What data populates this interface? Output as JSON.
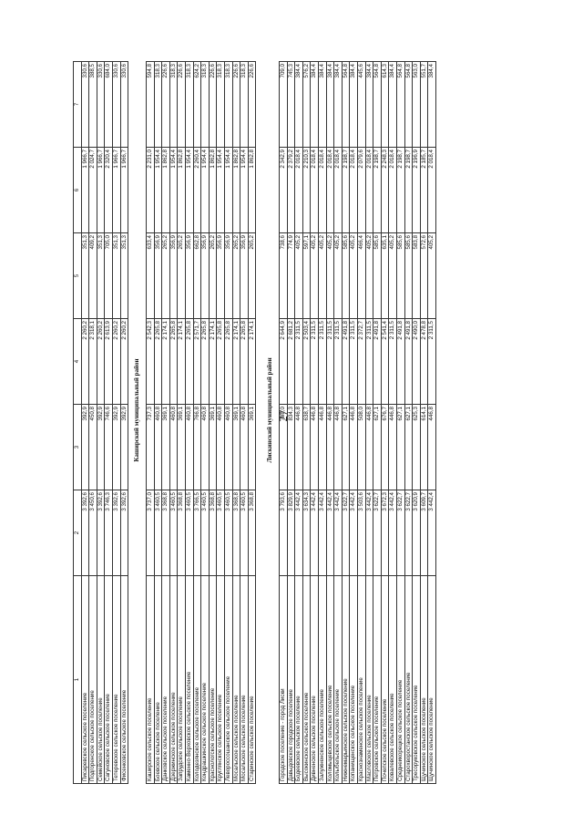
{
  "page_number": "27",
  "header": [
    "1",
    "2",
    "3",
    "4",
    "5",
    "6",
    "7"
  ],
  "block1": [
    [
      "Писаревское сельское поселение",
      "3 392,6",
      "392,9",
      "2 260,2",
      "351,3",
      "1 966,7",
      "330,6"
    ],
    [
      "Подгоренское сельское поселение",
      "3 450,6",
      "450,8",
      "2 318,1",
      "409,2",
      "2 024,7",
      "388,5"
    ],
    [
      "Семейское сельское поселение",
      "3 392,6",
      "392,9",
      "2 260,2",
      "351,3",
      "1 966,7",
      "330,6"
    ],
    [
      "Сагуновское сельское поселение",
      "3 746,3",
      "746,6",
      "2 613,9",
      "705,0",
      "2 320,4",
      "684,0"
    ],
    [
      "Тетеревское сельское поселение",
      "3 392,6",
      "392,9",
      "2 260,2",
      "351,3",
      "1 966,7",
      "330,6"
    ],
    [
      "Фисенковское сельское поселение",
      "3 392,6",
      "392,9",
      "2 260,2",
      "351,3",
      "1 966,7",
      "330,6"
    ]
  ],
  "title2": "Каширский муниципальный район",
  "block2": [
    [
      "Каширское сельское поселение",
      "3 737,0",
      "737,3",
      "2 542,3",
      "633,4",
      "2 231,0",
      "594,8"
    ],
    [
      "Боевское сельское поселение",
      "3 460,5",
      "460,8",
      "2 265,8",
      "356,9",
      "1 954,4",
      "318,3"
    ],
    [
      "Данковское сельское поселение",
      "3 368,8",
      "369,1",
      "2 174,1",
      "265,2",
      "1 862,8",
      "226,6"
    ],
    [
      "Дзержинское сельское поселение",
      "3 460,5",
      "460,8",
      "2 265,8",
      "356,9",
      "1 954,4",
      "318,3"
    ],
    [
      "Запрудское сельское поселение",
      "3 368,8",
      "369,1",
      "2 174,1",
      "265,2",
      "1 862,8",
      "226,6"
    ],
    [
      "Каменно-Верховское сельское поселение",
      "3 460,5",
      "460,8",
      "2 265,8",
      "356,9",
      "1 954,4",
      "318,3"
    ],
    [
      "Колодезянское сельское поселение",
      "3 766,5",
      "766,8",
      "2 571,7",
      "662,8",
      "2 260,4",
      "624,2"
    ],
    [
      "Кондрашкинское сельское поселение",
      "3 460,5",
      "460,8",
      "2 265,8",
      "356,9",
      "1 954,4",
      "318,3"
    ],
    [
      "Краснологское сельское поселение",
      "3 368,8",
      "369,1",
      "2 174,1",
      "265,2",
      "1 862,8",
      "226,6"
    ],
    [
      "Круглянское сельское поселение",
      "3 460,5",
      "460,8",
      "2 265,8",
      "356,9",
      "1 954,4",
      "318,3"
    ],
    [
      "Левороссошанское сельское поселение",
      "3 460,5",
      "460,8",
      "2 265,8",
      "356,9",
      "1 954,4",
      "318,3"
    ],
    [
      "Мосальское сельское поселение",
      "3 368,8",
      "369,1",
      "2 174,1",
      "265,2",
      "1 862,8",
      "226,6"
    ],
    [
      "Мосальское сельское поселение",
      "3 460,5",
      "460,8",
      "2 265,8",
      "356,9",
      "1 954,4",
      "318,3"
    ],
    [
      "Старинское сельское поселение",
      "3 368,8",
      "369,1",
      "2 174,1",
      "265,2",
      "1 862,8",
      "226,6"
    ]
  ],
  "title3": "Лискинский муниципальный район",
  "block3": [
    [
      "Городское поселение - город Лиски",
      "3 793,6",
      "798,0",
      "2 644,9",
      "738,6",
      "2 342,9",
      "709,0"
    ],
    [
      "Давыдовское городское поселение",
      "3 829,9",
      "834,3",
      "2 681,2",
      "774,9",
      "2 379,2",
      "745,3"
    ],
    [
      "Бодеевское сельское поселение",
      "3 442,4",
      "446,8",
      "2 311,5",
      "405,2",
      "2 018,4",
      "384,4"
    ],
    [
      "Высокинское сельское поселение",
      "3 634,3",
      "638,7",
      "2 503,4",
      "597,1",
      "2 210,3",
      "576,2"
    ],
    [
      "Дивненское сельское поселение",
      "3 442,4",
      "446,8",
      "2 311,5",
      "405,2",
      "2 018,4",
      "384,4"
    ],
    [
      "Залужненское сельское поселение",
      "3 442,4",
      "446,8",
      "2 311,5",
      "405,2",
      "2 018,4",
      "384,4"
    ],
    [
      "Коломыцевское сельское поселение",
      "3 442,4",
      "446,8",
      "2 311,5",
      "405,2",
      "2 018,4",
      "384,4"
    ],
    [
      "Колыбельское сельское поселение",
      "3 442,4",
      "446,8",
      "2 311,5",
      "405,2",
      "2 018,4",
      "384,4"
    ],
    [
      "Нижнемарьинское сельское поселение",
      "3 622,7",
      "627,1",
      "2 491,8",
      "585,6",
      "2 198,7",
      "564,8"
    ],
    [
      "Копанищенское сельское поселение",
      "3 442,4",
      "446,8",
      "2 311,5",
      "405,2",
      "2 018,4",
      "384,4"
    ],
    [
      "Краснознаменское сельское поселение",
      "3 503,6",
      "508,0",
      "2 372,7",
      "466,4",
      "2 079,6",
      "445,6"
    ],
    [
      "Масловское сельское поселение",
      "3 442,4",
      "446,8",
      "2 311,5",
      "405,2",
      "2 018,4",
      "384,4"
    ],
    [
      "Петровское сельское поселение",
      "3 622,7",
      "627,1",
      "2 491,8",
      "585,6",
      "2 198,7",
      "564,8"
    ],
    [
      "Почепское сельское поселение",
      "3 672,3",
      "676,7",
      "2 541,4",
      "635,1",
      "2 248,3",
      "614,3"
    ],
    [
      "Ковалевское сельское поселение",
      "3 442,4",
      "446,8",
      "2 311,5",
      "405,2",
      "2 018,4",
      "384,4"
    ],
    [
      "Среднеикорецкое сельское поселение",
      "3 622,7",
      "627,1",
      "2 491,8",
      "585,6",
      "2 198,7",
      "564,8"
    ],
    [
      "Старохворостанское сельское поселение",
      "3 622,7",
      "627,1",
      "2 491,8",
      "585,6",
      "2 198,7",
      "564,8"
    ],
    [
      "Тресоруковское сельское поселение",
      "3 620,9",
      "625,3",
      "2 490,0",
      "583,8",
      "2 196,9",
      "563,0"
    ],
    [
      "Щучинское сельское поселение",
      "3 609,7",
      "614,1",
      "2 478,8",
      "572,6",
      "2 185,7",
      "551,7"
    ],
    [
      "Щучинское сельское поселение",
      "3 442,4",
      "446,8",
      "2 311,5",
      "405,2",
      "2 018,4",
      "384,4"
    ]
  ]
}
